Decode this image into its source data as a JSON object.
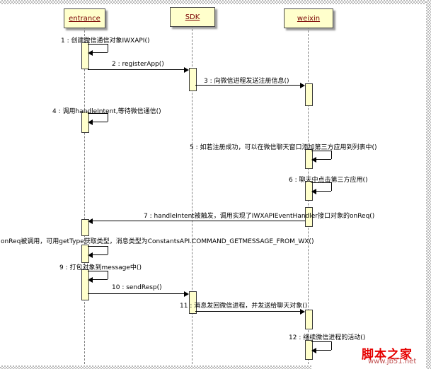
{
  "actors": {
    "entrance": "entrance",
    "sdk": "SDK",
    "weixin": "weixin"
  },
  "messages": {
    "m1": "1 : 创建微信通信对象IWXAPI()",
    "m2": "2 : registerApp()",
    "m3": "3 : 向微信进程发送注册信息()",
    "m4": "4 : 调用handleIntent,等待微信通信()",
    "m5": "5 : 如若注册成功，可以在微信聊天窗口添加第三方应用到列表中()",
    "m6": "6 : 聊天中点击第三方应用()",
    "m7": "7 : handleIntent被触发，调用实现了IWXAPIEventHandler接口对象的onReq()",
    "m8": "onReq被调用，可用getType获取类型，消息类型为ConstantsAPI.COMMAND_GETMESSAGE_FROM_WX()",
    "m9": "9 : 打包对象到message中()",
    "m10": "10 : sendResp()",
    "m11": "11 : 消息发回微信进程，并发送给聊天对象()",
    "m12": "12 : 继续微信进程的活动()"
  },
  "watermark": {
    "title": "脚本之家",
    "url": "www.jb51.net"
  },
  "colors": {
    "actor_fill": "#ffffcc",
    "actor_text": "#7a0000",
    "watermark_red": "#e60000"
  }
}
